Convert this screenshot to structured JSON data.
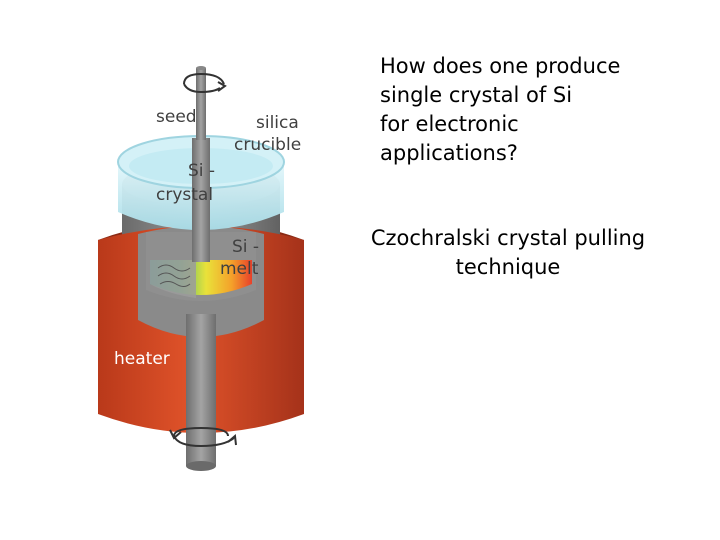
{
  "question": {
    "lines": [
      "How does one produce",
      "single crystal of Si",
      "for electronic",
      "applications?"
    ]
  },
  "answer": {
    "lines": [
      "Czochralski crystal pulling",
      "technique"
    ]
  },
  "diagram": {
    "labels": {
      "seed": "seed",
      "silica_line1": "silica",
      "silica_line2": "crucible",
      "crystal_line1": "Si -",
      "crystal_line2": "crystal",
      "melt_line1": "Si -",
      "melt_line2": "melt",
      "heater": "heater"
    },
    "icons": [
      "rotation-arrow-top-icon",
      "rotation-arrow-bottom-icon"
    ],
    "colors": {
      "heater": "#c8401c",
      "crucible_silica": "#b9e6ef",
      "graphite": "#7a7a7a",
      "melt_hot": "#f5d21e"
    }
  }
}
